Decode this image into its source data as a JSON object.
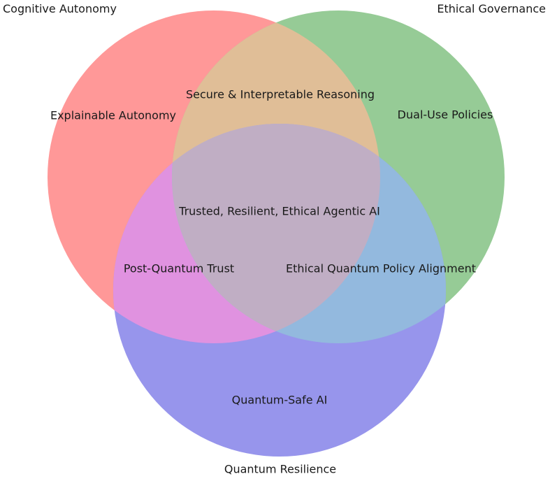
{
  "chart_data": {
    "type": "venn",
    "background": "#FFFFFF",
    "text_color": "#1A1A1A",
    "sets": [
      {
        "name": "Cognitive Autonomy",
        "region_label": "Explainable Autonomy",
        "color": "#FF9898"
      },
      {
        "name": "Ethical Governance",
        "region_label": "Dual-Use Policies",
        "color": "#96CB96"
      },
      {
        "name": "Quantum Resilience",
        "region_label": "Quantum-Safe AI",
        "color": "#9795EC"
      }
    ],
    "overlaps": [
      {
        "between": [
          "Cognitive Autonomy",
          "Ethical Governance"
        ],
        "label": "Secure & Interpretable Reasoning",
        "color": "#E0BE97"
      },
      {
        "between": [
          "Cognitive Autonomy",
          "Quantum Resilience"
        ],
        "label": "Post-Quantum Trust",
        "color": "#E092E0"
      },
      {
        "between": [
          "Ethical Governance",
          "Quantum Resilience"
        ],
        "label": "Ethical Quantum Policy Alignment",
        "color": "#93B9DE"
      },
      {
        "between": [
          "Cognitive Autonomy",
          "Ethical Governance",
          "Quantum Resilience"
        ],
        "label": "Trusted, Resilient, Ethical Agentic AI",
        "color": "#C0AEC4"
      }
    ]
  }
}
